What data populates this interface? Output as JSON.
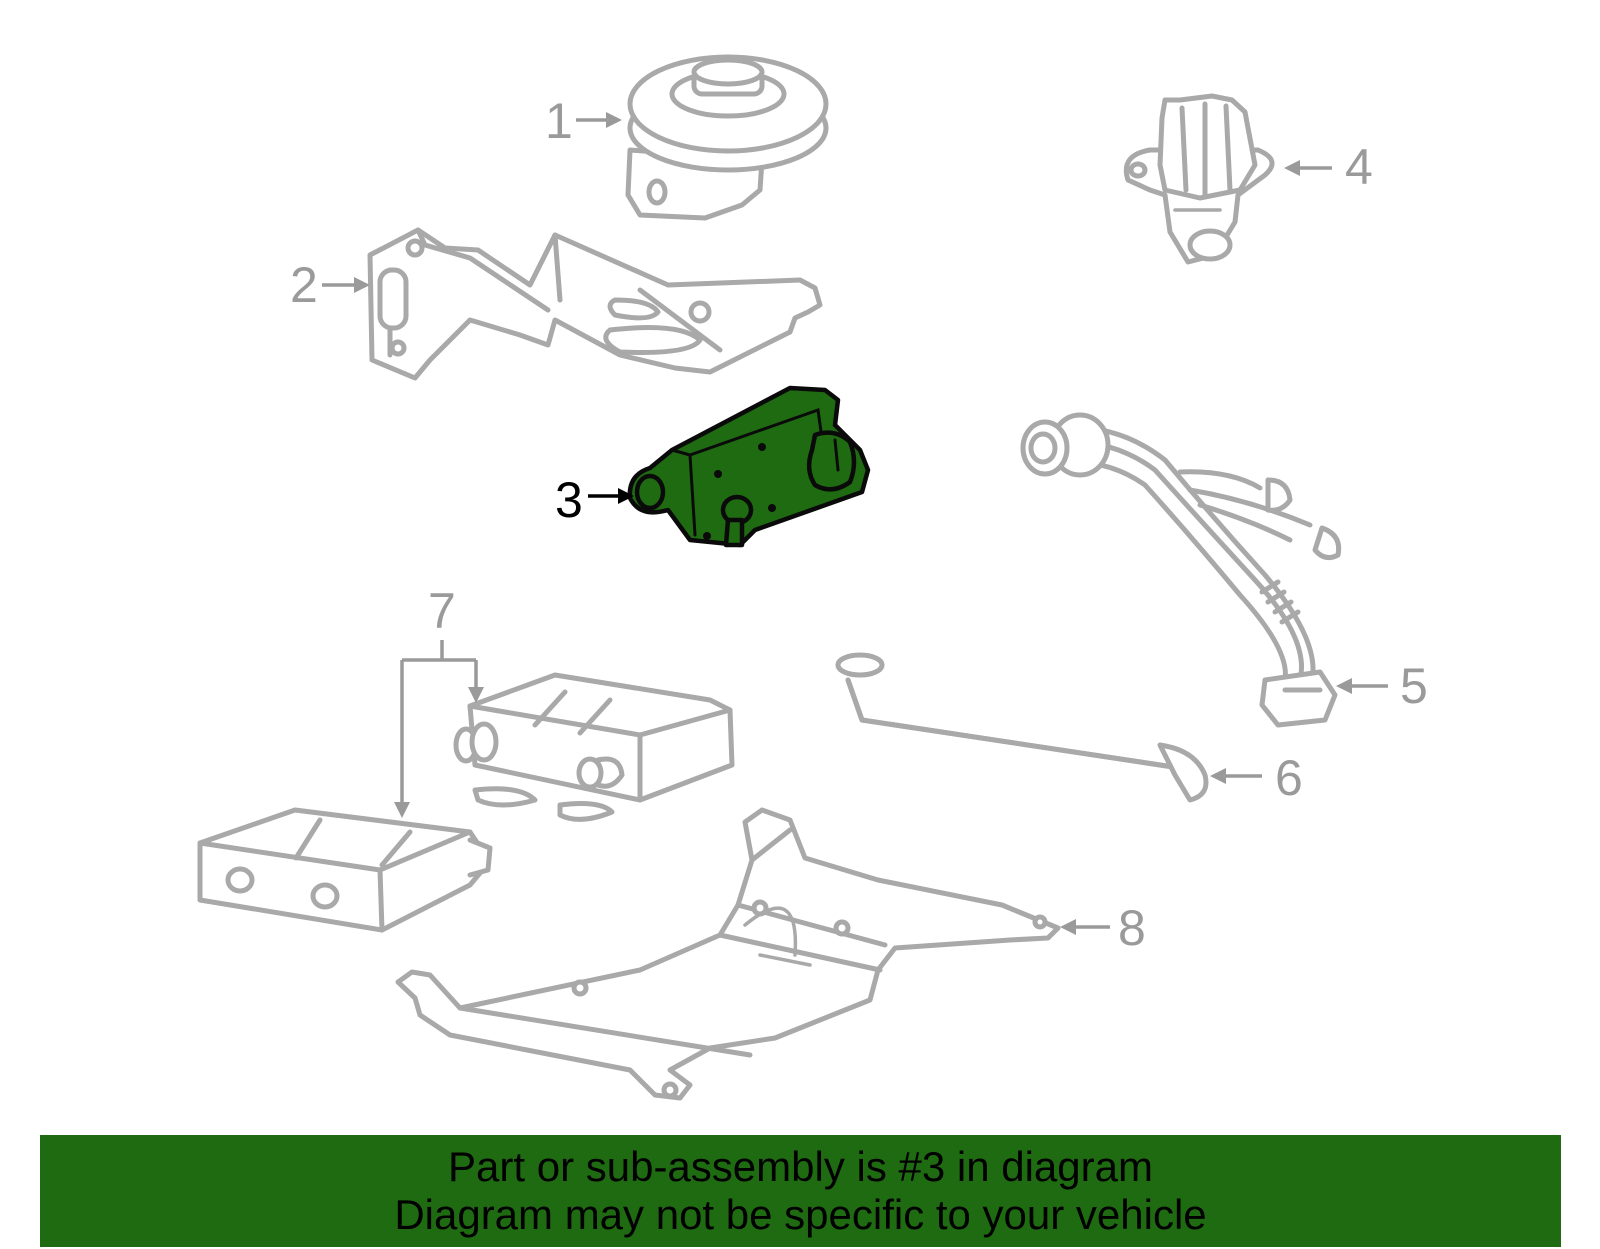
{
  "callouts": {
    "c1": "1",
    "c2": "2",
    "c3": "3",
    "c4": "4",
    "c5": "5",
    "c6": "6",
    "c7": "7",
    "c8": "8"
  },
  "highlighted_part": "3",
  "colors": {
    "highlight_fill": "#1f6b11",
    "banner_background": "#1f6b11",
    "part_outline": "#a9a9a9",
    "callout_text": "#9a9a9a"
  },
  "banner": {
    "line1": "Part or sub-assembly is #3 in diagram",
    "line2": "Diagram may not be specific to your vehicle"
  }
}
